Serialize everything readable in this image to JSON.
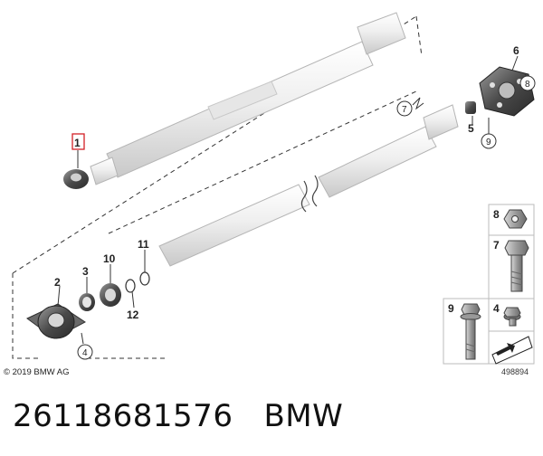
{
  "diagram": {
    "callouts": [
      "1",
      "2",
      "3",
      "4",
      "5",
      "6",
      "7",
      "8",
      "9",
      "10",
      "11",
      "12"
    ],
    "inset_callouts": [
      "8",
      "7",
      "4",
      "9"
    ],
    "copyright": "© 2019 BMW AG",
    "image_number": "498894"
  },
  "caption": {
    "part_number": "26118681576",
    "brand": "BMW"
  }
}
